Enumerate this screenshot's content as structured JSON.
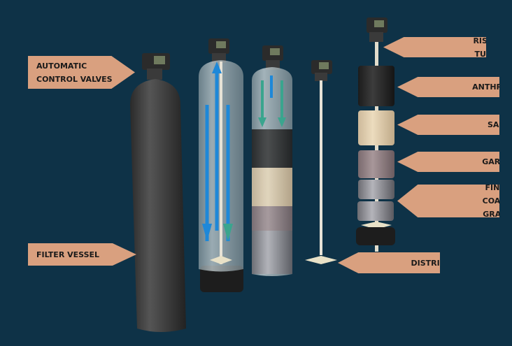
{
  "labels": {
    "control_valves": [
      "AUTOMATIC",
      "CONTROL VALVES"
    ],
    "filter_vessel": "FILTER VESSEL",
    "riser_tube": "RISER TUBE",
    "anthracite": "ANTHRACITE",
    "sand": "SAND",
    "garnet": "GARNET",
    "gravel": [
      "FINE & COARSE",
      "GRAVEL"
    ],
    "distributor": "DISTRIBUTOR"
  },
  "colors": {
    "background": "#0e3247",
    "label": "#d9a07f",
    "arrow_blue": "#1e88d8",
    "arrow_teal": "#3aa58e"
  }
}
